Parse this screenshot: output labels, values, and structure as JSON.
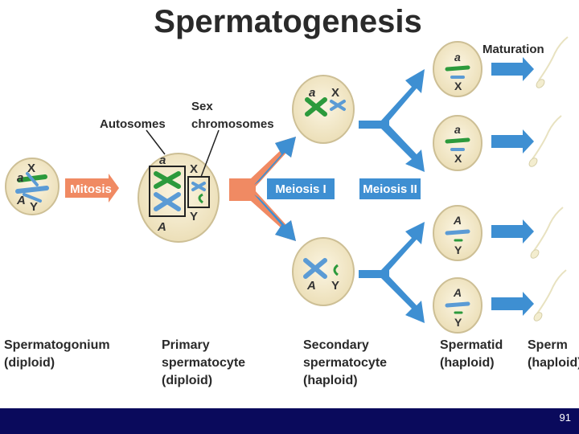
{
  "title": "Spermatogenesis",
  "labels": {
    "autosomes": "Autosomes",
    "sex_chromosomes_1": "Sex",
    "sex_chromosomes_2": "chromosomes",
    "maturation": "Maturation"
  },
  "arrows": {
    "mitosis": "Mitosis",
    "meiosis_1": "Meiosis I",
    "meiosis_2": "Meiosis II"
  },
  "alleles": {
    "a_lower": "a",
    "a_upper": "A",
    "x": "X",
    "y": "Y"
  },
  "stages": [
    {
      "name": "Spermatogonium",
      "ploidy": "(diploid)"
    },
    {
      "name1": "Primary",
      "name2": "spermatocyte",
      "ploidy": "(diploid)"
    },
    {
      "name1": "Secondary",
      "name2": "spermatocyte",
      "ploidy": "(haploid)"
    },
    {
      "name": "Spermatid",
      "ploidy": "(haploid)"
    },
    {
      "name": "Sperm",
      "ploidy": "(haploid)"
    }
  ],
  "page_number": "91",
  "colors": {
    "cell_fill": "#f7eed3",
    "cell_stroke": "#cdbf95",
    "arrow_blue": "#3e8fd2",
    "arrow_orange": "#f08a63",
    "chromosome_green": "#2c9a3c",
    "chromosome_blue": "#5b9bd5",
    "footer": "#0a0a5c"
  }
}
